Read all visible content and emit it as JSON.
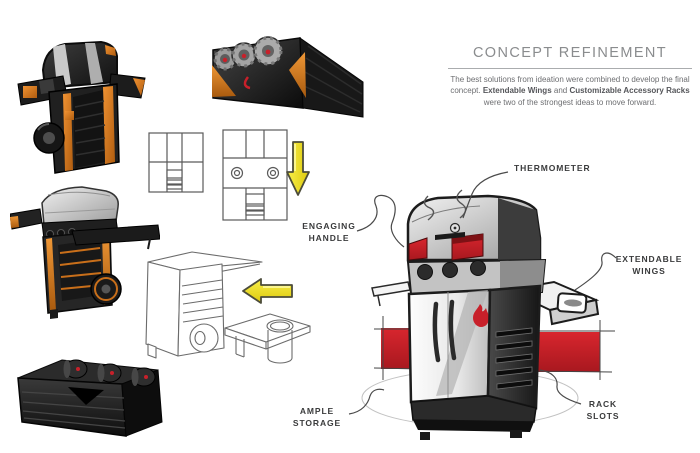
{
  "colors": {
    "paper": "#ffffff",
    "accent_orange": "#dd7b21",
    "accent_red": "#c8202a",
    "arrow_yellow": "#f2e41c",
    "sketch_ink": "#3a3b3c",
    "title_gray": "#8a8c8e",
    "body_gray": "#6d6e71"
  },
  "header": {
    "title": "CONCEPT REFINEMENT",
    "body_part1": "The best solutions from ideation were combined to develop the final concept. ",
    "body_bold1": "Extendable Wings",
    "body_part2": " and ",
    "body_bold2": "Customizable Accessory Racks",
    "body_part3": " were two of the strongest ideas to move forward."
  },
  "annotations": {
    "thermometer": [
      "THERMOMETER"
    ],
    "engaging_handle": [
      "ENGAGING",
      "HANDLE"
    ],
    "extendable_wings": [
      "EXTENDABLE",
      "WINGS"
    ],
    "ample_storage": [
      "AMPLE",
      "STORAGE"
    ],
    "rack_slots": [
      "RACK",
      "SLOTS"
    ]
  },
  "figures": [
    {
      "name": "closed-grill-three-quarter-render"
    },
    {
      "name": "control-panel-perspective-render"
    },
    {
      "name": "grill-plan-view-small"
    },
    {
      "name": "grill-plan-view-large"
    },
    {
      "name": "process-arrow-down"
    },
    {
      "name": "open-grill-render"
    },
    {
      "name": "cart-frame-line-sketch"
    },
    {
      "name": "process-arrow-left"
    },
    {
      "name": "accessory-tray-line-sketch"
    },
    {
      "name": "storage-drawer-render"
    },
    {
      "name": "final-concept-grill-sketch"
    }
  ]
}
